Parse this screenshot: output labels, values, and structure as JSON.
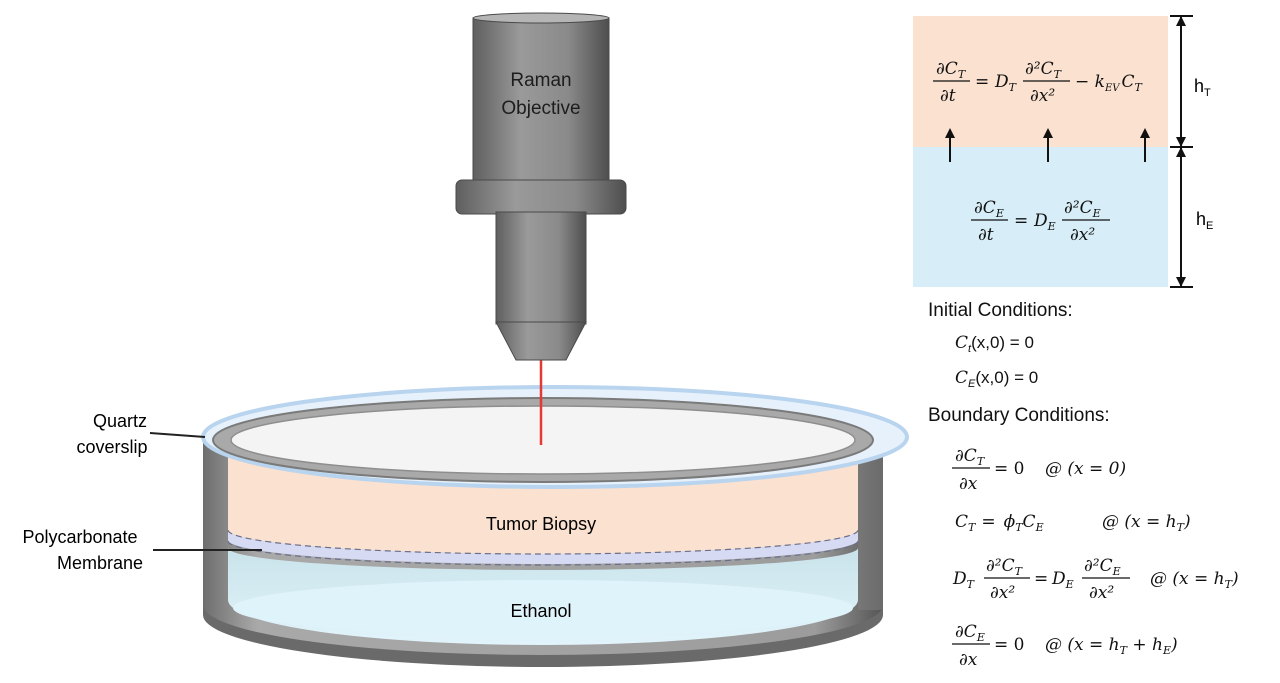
{
  "apparatus": {
    "objective_line1": "Raman",
    "objective_line2": "Objective",
    "coverslip_line1": "Quartz",
    "coverslip_line2": "coverslip",
    "membrane_line1": "Polycarbonate",
    "membrane_line2": "Membrane",
    "tumor_label": "Tumor Biopsy",
    "ethanol_label": "Ethanol"
  },
  "model": {
    "tumor_eq": {
      "lhs_num": "∂C",
      "lhs_num_sub": "T",
      "lhs_den": "∂t",
      "eq": "=",
      "coef": "D",
      "coef_sub": "T",
      "rhs_num": "∂²C",
      "rhs_num_sub": "T",
      "rhs_den": "∂x²",
      "tail": "− k",
      "tail_sub": "EV",
      "tail2": "C",
      "tail2_sub": "T"
    },
    "ethanol_eq": {
      "lhs_num": "∂C",
      "lhs_num_sub": "E",
      "lhs_den": "∂t",
      "eq": "=",
      "coef": "D",
      "coef_sub": "E",
      "rhs_num": "∂²C",
      "rhs_num_sub": "E",
      "rhs_den": "∂x²"
    },
    "h_T": "h",
    "h_T_sub": "T",
    "h_E": "h",
    "h_E_sub": "E",
    "colors": {
      "tumor": "#fbe1d0",
      "ethanol": "#d7eef8"
    }
  },
  "conditions": {
    "initial_title": "Initial Conditions:",
    "ic1_var": "C",
    "ic1_sub": "t",
    "ic1_rest": "(x,0) = 0",
    "ic2_var": "C",
    "ic2_sub": "E",
    "ic2_rest": "(x,0) = 0",
    "boundary_title": "Boundary Conditions:",
    "bc1": {
      "num": "∂C",
      "num_sub": "T",
      "den": "∂x",
      "rest": "= 0",
      "at": "@ (x = 0)"
    },
    "bc2": {
      "lhs": "C",
      "lhs_sub": "T",
      "eq": "=",
      "phi": "ϕ",
      "phi_sub": "T",
      "c": "C",
      "c_sub": "E",
      "at": "@ (x = h",
      "at_sub": "T",
      "at_end": ")"
    },
    "bc3": {
      "d1": "D",
      "d1_sub": "T",
      "n1": "∂²C",
      "n1_sub": "T",
      "den1": "∂x²",
      "eq": "=",
      "d2": "D",
      "d2_sub": "E",
      "n2": "∂²C",
      "n2_sub": "E",
      "den2": "∂x²",
      "at": "@ (x = h",
      "at_sub": "T",
      "at_end": ")"
    },
    "bc4": {
      "num": "∂C",
      "num_sub": "E",
      "den": "∂x",
      "rest": "= 0",
      "at": "@ (x = h",
      "at_sub1": "T",
      "plus": " + h",
      "at_sub2": "E",
      "at_end": ")"
    }
  }
}
